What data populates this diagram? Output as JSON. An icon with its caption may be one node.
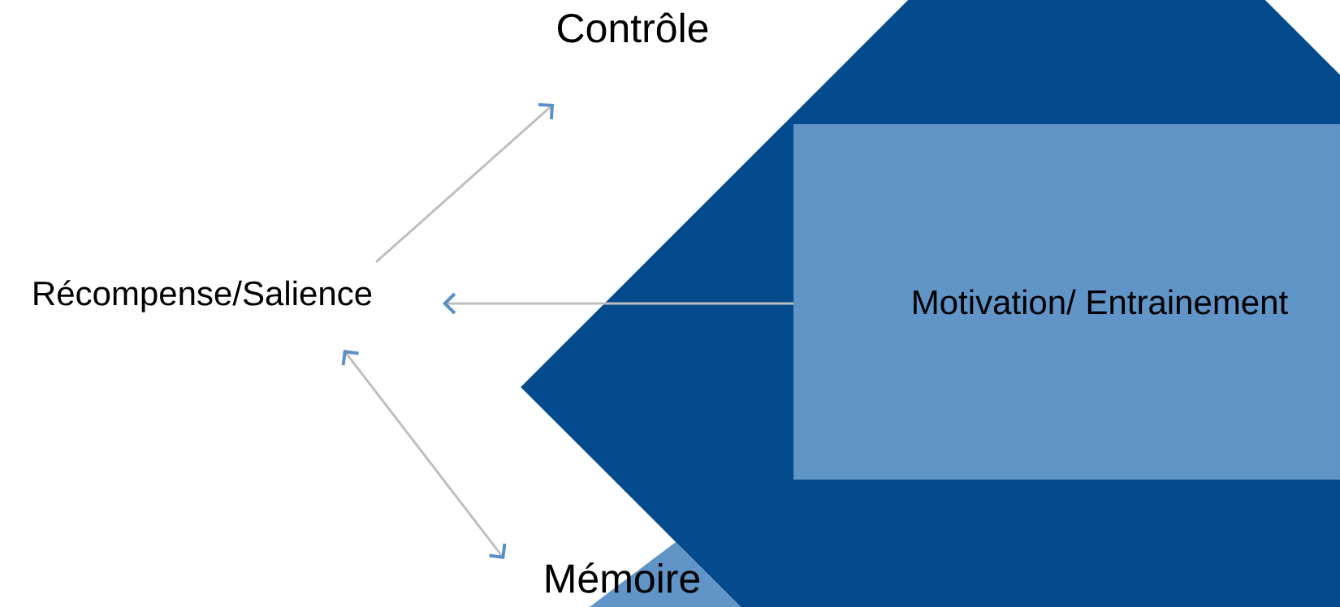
{
  "diagram": {
    "nodes": [
      {
        "text": [
          "Contrôle"
        ]
      },
      {
        "text": [
          "Récompense/Salience"
        ]
      },
      {
        "text": [],
        "shape": "diamond"
      },
      {
        "text": [
          "Motivation/ Entrainement"
        ],
        "in": 2
      },
      {
        "text": [
          "Mémoire"
        ]
      }
    ],
    "edges": [
      {
        "from": 1,
        "to": 0,
        "arrow": "to"
      },
      {
        "from": 3,
        "to": 1,
        "arrow": "to"
      },
      {
        "from": 1,
        "to": 4,
        "arrow": "both"
      }
    ]
  }
}
